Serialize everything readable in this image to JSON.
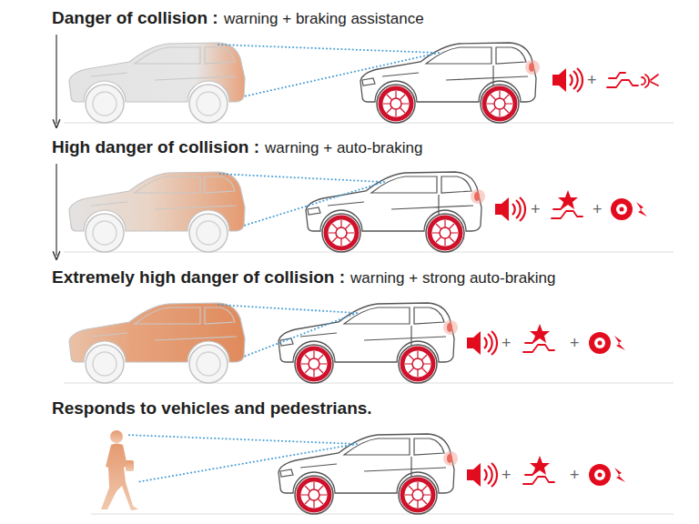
{
  "diagram": {
    "labels": [
      "Danger of collision :",
      "warning + braking assistance",
      "+",
      "High danger of collision :",
      "warning + auto-braking",
      "+",
      "+",
      "Extremely high danger of collision :",
      "warning + strong auto-braking",
      "+",
      "+",
      "Responds to vehicles and pedestrians.",
      "+",
      "+"
    ]
  }
}
